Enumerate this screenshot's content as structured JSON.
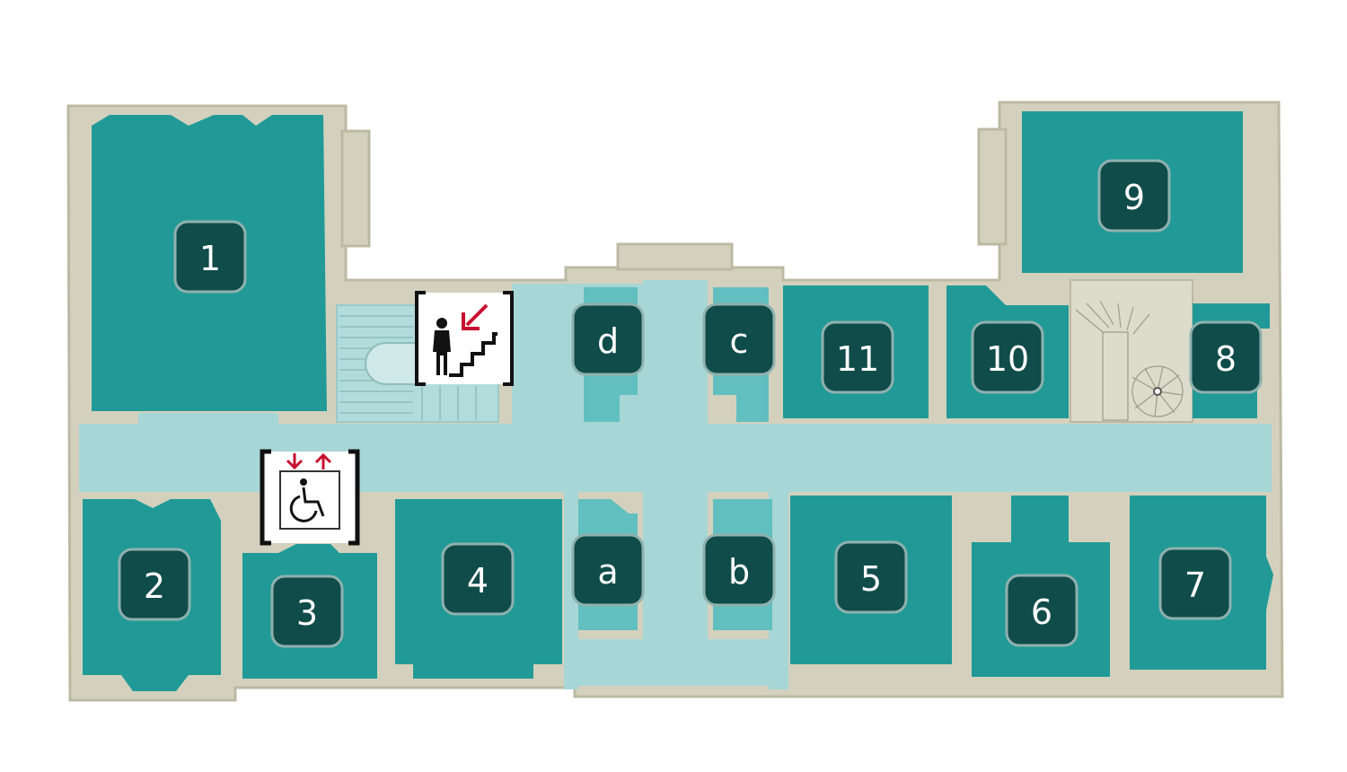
{
  "map": {
    "rooms": [
      {
        "id": "1",
        "label": "1"
      },
      {
        "id": "2",
        "label": "2"
      },
      {
        "id": "3",
        "label": "3"
      },
      {
        "id": "4",
        "label": "4"
      },
      {
        "id": "5",
        "label": "5"
      },
      {
        "id": "6",
        "label": "6"
      },
      {
        "id": "7",
        "label": "7"
      },
      {
        "id": "8",
        "label": "8"
      },
      {
        "id": "9",
        "label": "9"
      },
      {
        "id": "10",
        "label": "10"
      },
      {
        "id": "11",
        "label": "11"
      },
      {
        "id": "a",
        "label": "a"
      },
      {
        "id": "b",
        "label": "b"
      },
      {
        "id": "c",
        "label": "c"
      },
      {
        "id": "d",
        "label": "d"
      }
    ],
    "icons": [
      "stairs-down-icon",
      "wheelchair-elevator-icon"
    ],
    "colors": {
      "wall": "#d3d1bd",
      "wall_stroke": "#bcb9a3",
      "corridor": "#a7d6d6",
      "room": "#219a97",
      "subroom": "#62bfbf",
      "label_box": "#0f4c4a",
      "label_border": "#8fb1ae",
      "stairs": "#b2dcdb",
      "spiral_stairs": "#dddbcc",
      "accent": "#c8102e"
    }
  }
}
